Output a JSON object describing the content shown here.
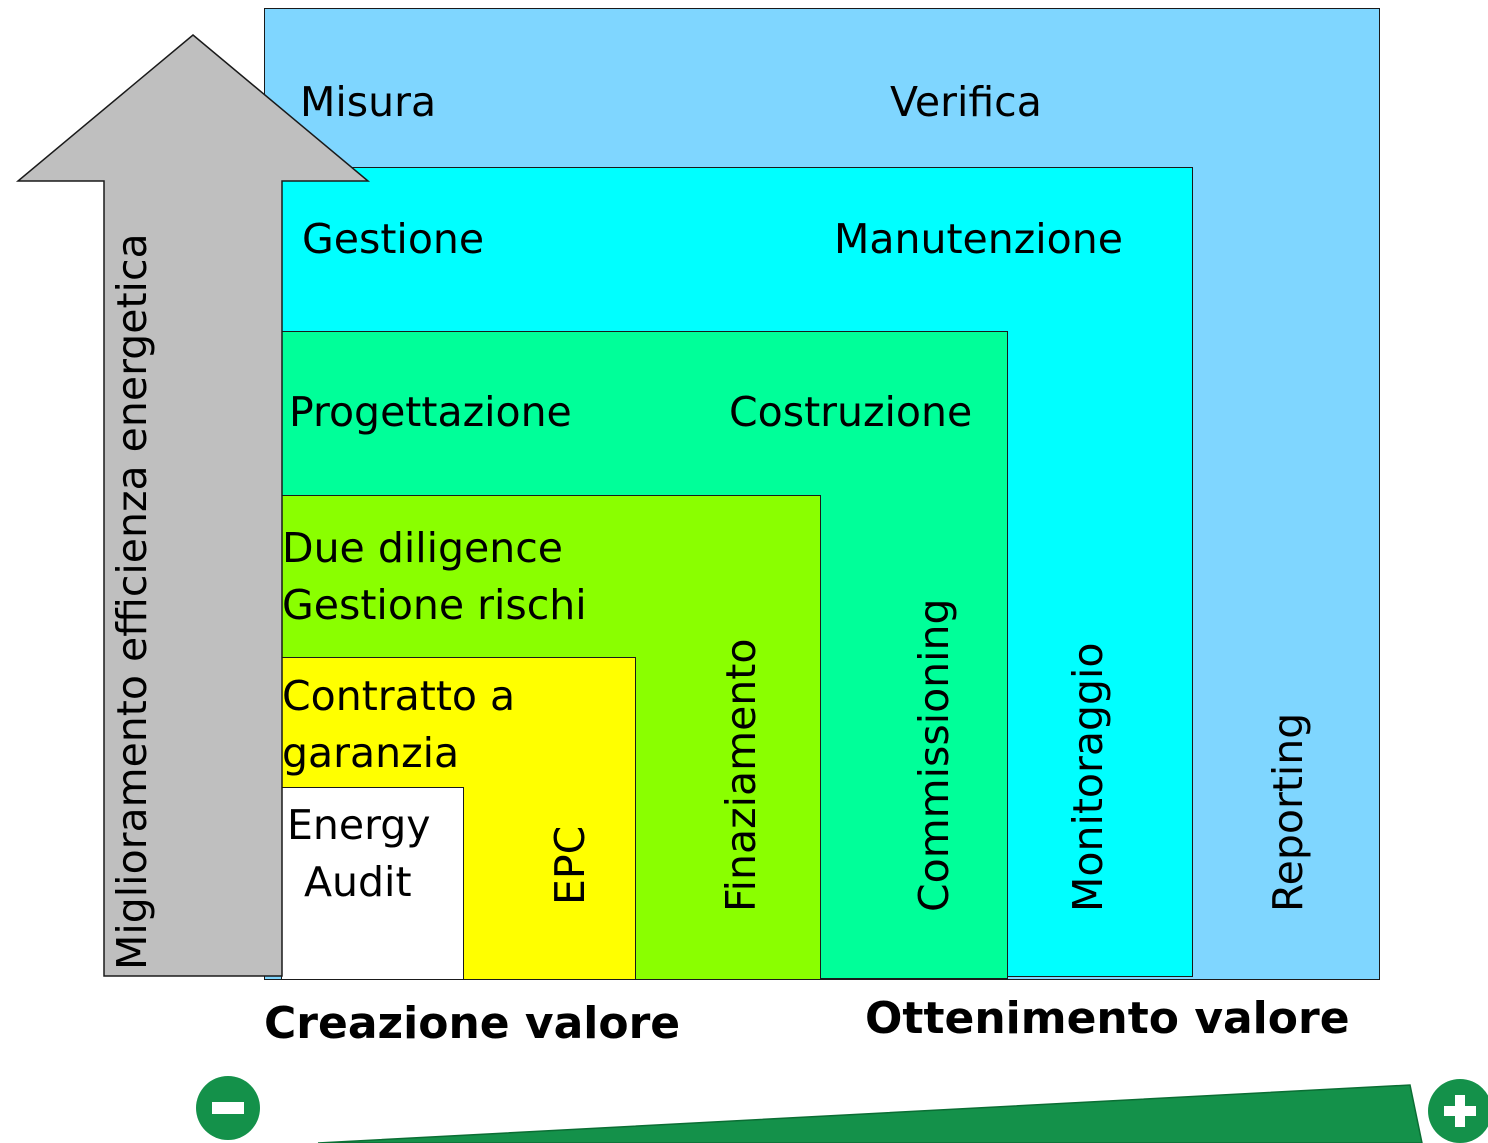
{
  "colors": {
    "level_5": "#7fd6ff",
    "level_4": "#00ffff",
    "level_3": "#00ff99",
    "level_2": "#8aff00",
    "level_1": "#ffff00",
    "level_0": "#ffffff",
    "arrow": "#bfbfbf",
    "wedge": "#14914a",
    "badge": "#14914a"
  },
  "arrow_label": "Miglioramento efficienza energetica",
  "levels": {
    "level_5": {
      "left": "Misura",
      "right": "Verifica",
      "vertical": "Reporting"
    },
    "level_4": {
      "left": "Gestione",
      "right": "Manutenzione",
      "vertical": "Monitoraggio"
    },
    "level_3": {
      "left": "Progettazione",
      "right": "Costruzione",
      "vertical": "Commissioning"
    },
    "level_2": {
      "line1": "Due diligence",
      "line2": "Gestione rischi",
      "vertical": "Finaziamento"
    },
    "level_1": {
      "line1": "Contratto a",
      "line2": "garanzia",
      "vertical": "EPC"
    },
    "level_0": {
      "line1": "Energy",
      "line2": "Audit"
    }
  },
  "footer": {
    "left": "Creazione valore",
    "right": "Ottenimento valore",
    "minus_icon": "minus-icon",
    "plus_icon": "plus-icon"
  }
}
